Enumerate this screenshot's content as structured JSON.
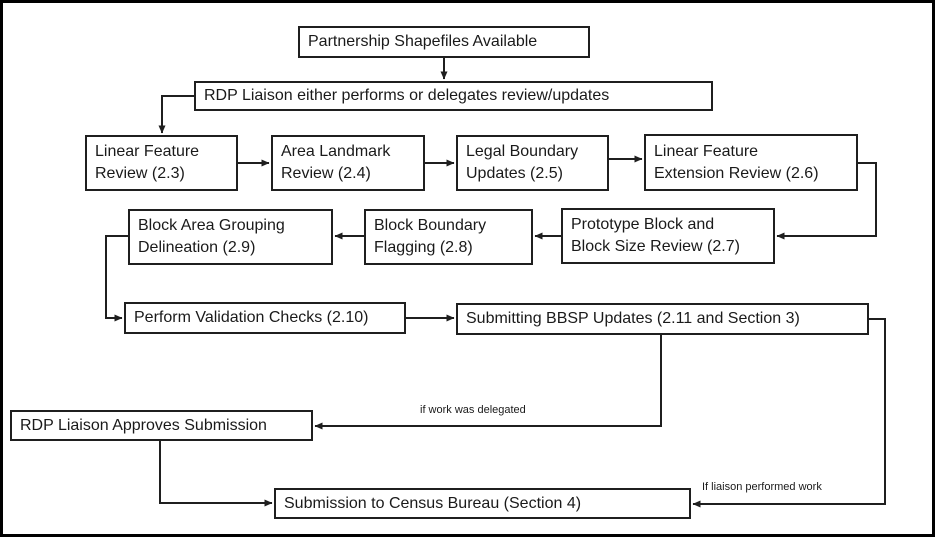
{
  "canvas": {
    "background_color": "#ffffff",
    "frame_border_color": "#000000",
    "line_color": "#1f1f1f",
    "text_color": "#1a1a1a"
  },
  "nodes": {
    "partnership": {
      "label": "Partnership Shapefiles Available"
    },
    "rdp_review": {
      "label": "RDP Liaison either performs or delegates review/updates"
    },
    "linear_feature_review": {
      "label": "Linear Feature\nReview (2.3)"
    },
    "area_landmark_review": {
      "label": "Area Landmark\nReview (2.4)"
    },
    "legal_boundary_updates": {
      "label": "Legal Boundary\nUpdates (2.5)"
    },
    "linear_feature_extension": {
      "label": "Linear Feature\nExtension Review (2.6)"
    },
    "prototype_block_review": {
      "label": "Prototype Block and\nBlock Size Review (2.7)"
    },
    "block_boundary_flagging": {
      "label": "Block Boundary\nFlagging (2.8)"
    },
    "block_area_grouping": {
      "label": "Block Area Grouping\nDelineation (2.9)"
    },
    "validation_checks": {
      "label": "Perform Validation Checks (2.10)"
    },
    "submitting_bbsp": {
      "label": "Submitting BBSP Updates (2.11 and Section 3)"
    },
    "rdp_approves": {
      "label": "RDP Liaison Approves Submission"
    },
    "census_submission": {
      "label": "Submission to Census Bureau (Section 4)"
    }
  },
  "edge_labels": {
    "delegated": "if work was delegated",
    "performed": "If liaison performed work"
  }
}
